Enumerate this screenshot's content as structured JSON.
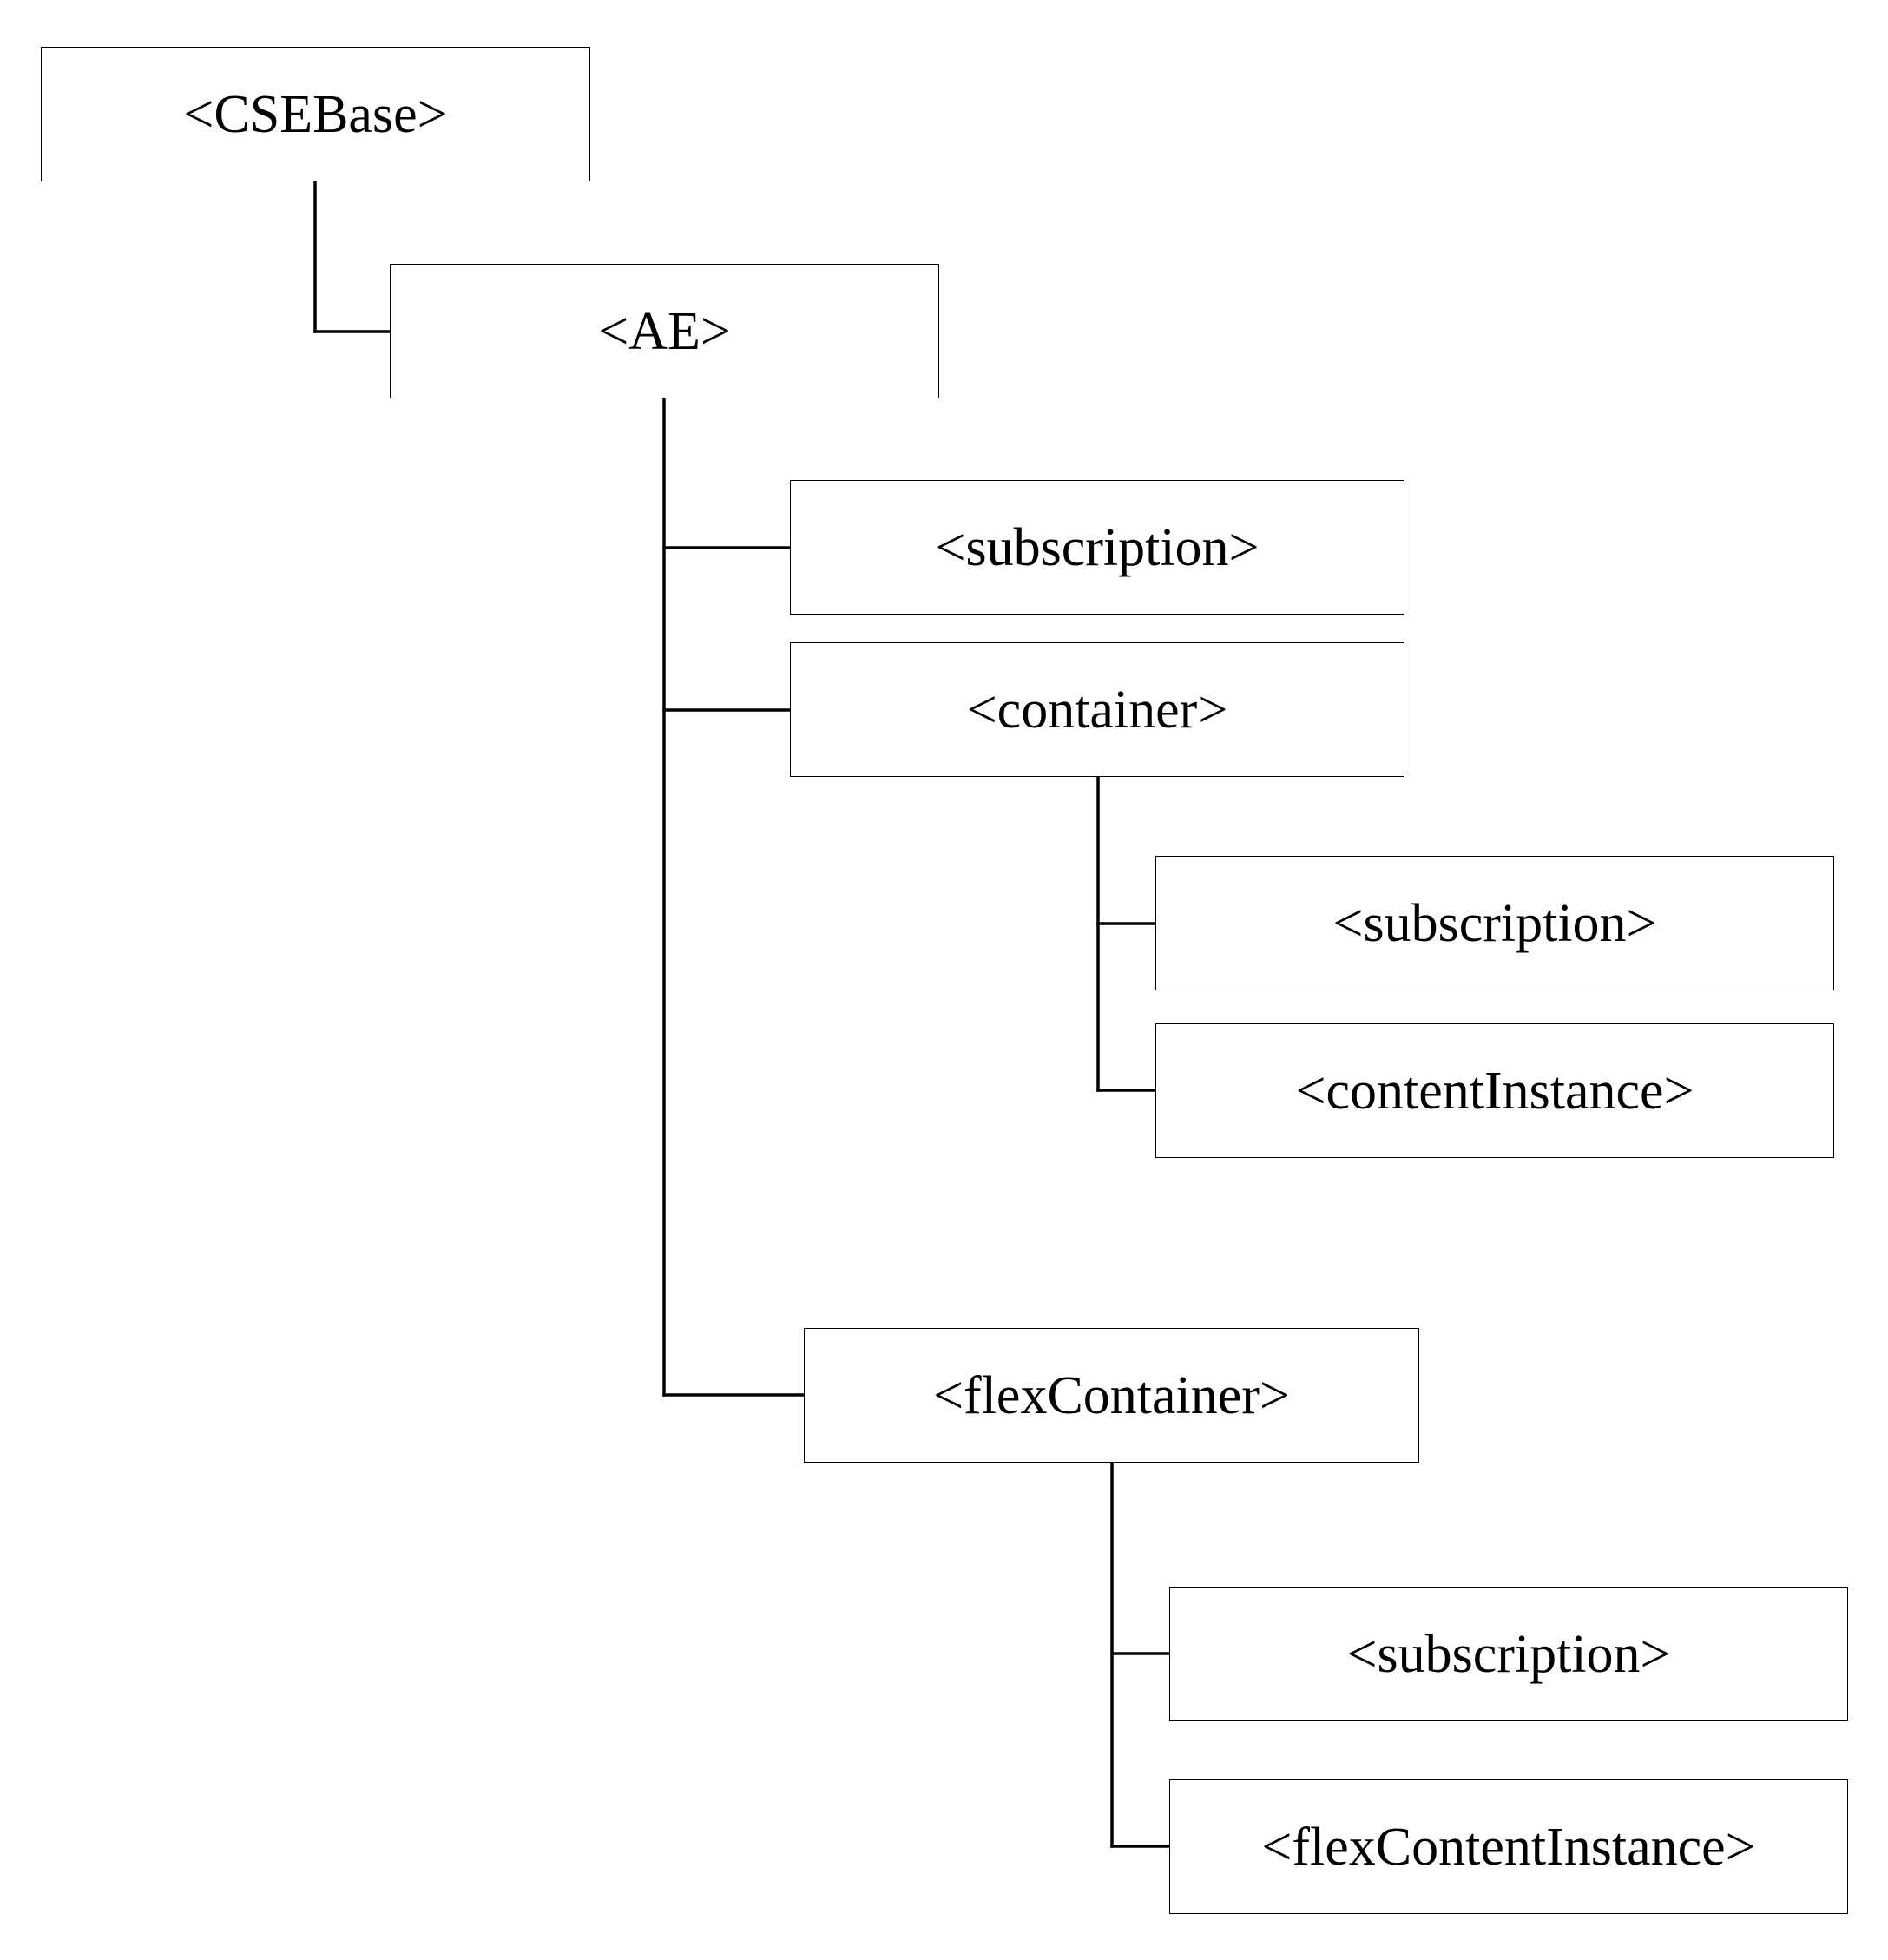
{
  "diagram": {
    "nodes": {
      "csebase": "<CSEBase>",
      "ae": "<AE>",
      "ae_subscription": "<subscription>",
      "container": "<container>",
      "container_subscription": "<subscription>",
      "content_instance": "<contentInstance>",
      "flex_container": "<flexContainer>",
      "flex_subscription": "<subscription>",
      "flex_content_instance": "<flexContentInstance>"
    },
    "edges": [
      {
        "from": "<CSEBase>",
        "to": "<AE>"
      },
      {
        "from": "<AE>",
        "to": "<subscription>"
      },
      {
        "from": "<AE>",
        "to": "<container>"
      },
      {
        "from": "<AE>",
        "to": "<flexContainer>"
      },
      {
        "from": "<container>",
        "to": "<subscription>"
      },
      {
        "from": "<container>",
        "to": "<contentInstance>"
      },
      {
        "from": "<flexContainer>",
        "to": "<subscription>"
      },
      {
        "from": "<flexContainer>",
        "to": "<flexContentInstance>"
      }
    ]
  }
}
